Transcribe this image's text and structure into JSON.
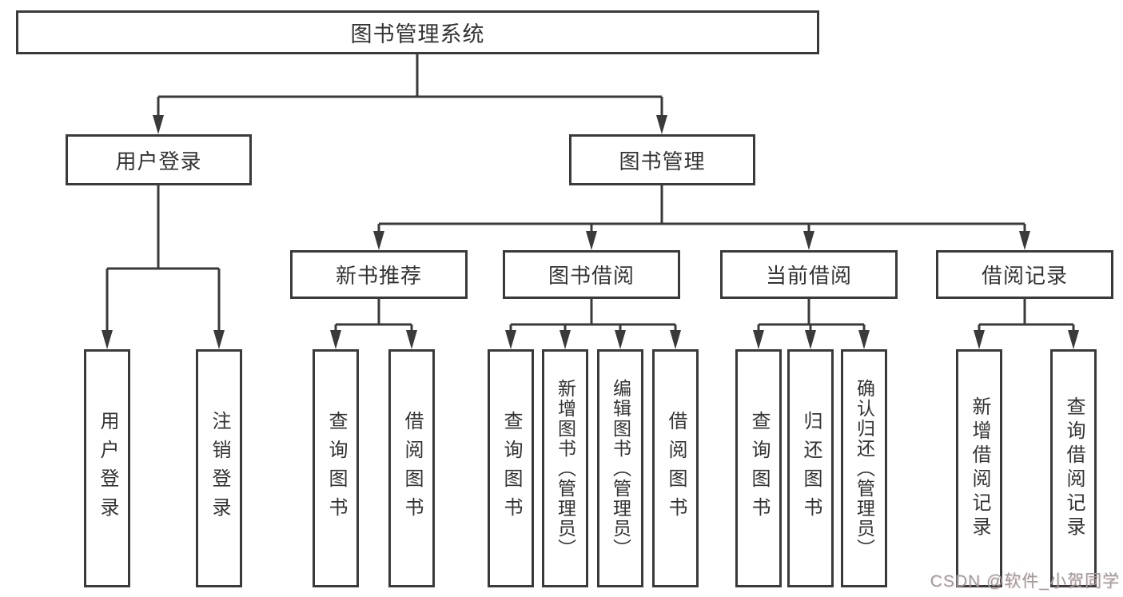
{
  "diagram": {
    "type": "hierarchy-functional-structure",
    "watermark": "CSDN @软件_小贺同学",
    "colors": {
      "line": "#3a3a3a",
      "box_border": "#3a3a3a",
      "text": "#333333",
      "background": "#ffffff",
      "watermark": "#9e9e9e"
    },
    "tree": {
      "label": "图书管理系统",
      "children": [
        {
          "label": "用户登录",
          "children": [
            {
              "label": "用户登录"
            },
            {
              "label": "注销登录"
            }
          ]
        },
        {
          "label": "图书管理",
          "children": [
            {
              "label": "新书推荐",
              "children": [
                {
                  "label": "查询图书"
                },
                {
                  "label": "借阅图书"
                }
              ]
            },
            {
              "label": "图书借阅",
              "children": [
                {
                  "label": "查询图书"
                },
                {
                  "label": "新增图书（管理员）"
                },
                {
                  "label": "编辑图书（管理员）"
                },
                {
                  "label": "借阅图书"
                }
              ]
            },
            {
              "label": "当前借阅",
              "children": [
                {
                  "label": "查询图书"
                },
                {
                  "label": "归还图书"
                },
                {
                  "label": "确认归还（管理员）"
                }
              ]
            },
            {
              "label": "借阅记录",
              "children": [
                {
                  "label": "新增借阅记录"
                },
                {
                  "label": "查询借阅记录"
                }
              ]
            }
          ]
        }
      ]
    }
  }
}
